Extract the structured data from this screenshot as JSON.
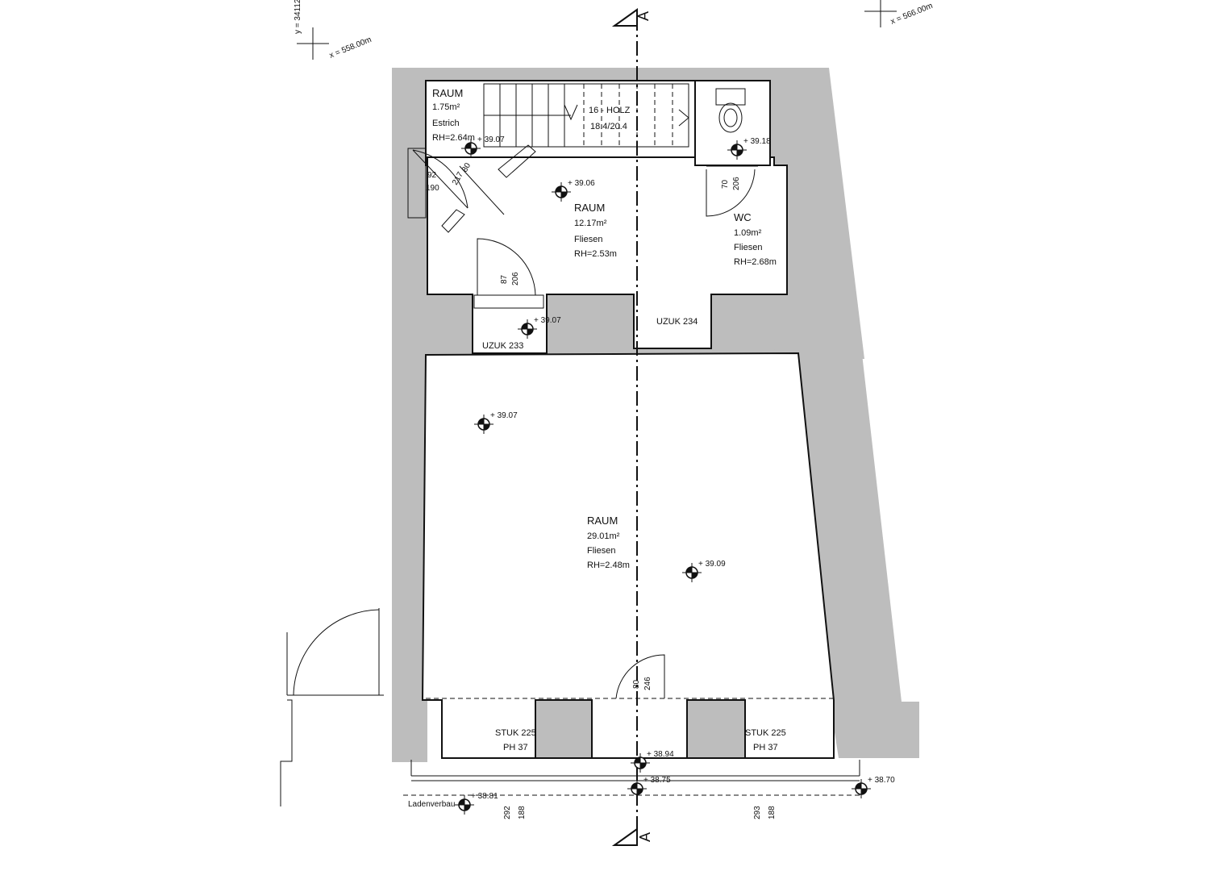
{
  "section": {
    "top": "A",
    "bottom": "A"
  },
  "coords": {
    "y_top_left": "y = 34112",
    "x_top_left": "x = 558.00m",
    "x_top_right": "x = 566.00m"
  },
  "rooms": {
    "small": {
      "name": "RAUM",
      "area": "1.75m²",
      "floor": "Estrich",
      "height": "RH=2.64m"
    },
    "middle": {
      "name": "RAUM",
      "area": "12.17m²",
      "floor": "Fliesen",
      "height": "RH=2.53m"
    },
    "wc": {
      "name": "WC",
      "area": "1.09m²",
      "floor": "Fliesen",
      "height": "RH=2.68m"
    },
    "main": {
      "name": "RAUM",
      "area": "29.01m²",
      "floor": "Fliesen",
      "height": "RH=2.48m"
    }
  },
  "stair": {
    "line1": "16 - HOLZ",
    "line2": "18.4/20.4"
  },
  "openings": {
    "uzuk233": "UZUK 233",
    "uzuk234": "UZUK 234",
    "stuk_left_1": "STUK 225",
    "stuk_left_2": "PH 37",
    "stuk_right_1": "STUK 225",
    "stuk_right_2": "PH 37",
    "ladenverbau": "Ladenverbau"
  },
  "dims": {
    "d92": "92",
    "d190": "190",
    "d217": "217",
    "d80a": "80",
    "d87": "87",
    "d206a": "206",
    "d70": "70",
    "d206b": "206",
    "d80b": "80",
    "d246": "246",
    "d292": "292",
    "d188a": "188",
    "d293": "293",
    "d188b": "188"
  },
  "levels": {
    "l1": "+ 39.07",
    "l2": "+ 39.06",
    "l3": "+ 39.18",
    "l4": "+ 39.07",
    "l5": "+ 39.07",
    "l6": "+ 39.09",
    "l7": "+ 38.94",
    "l8": "+ 38.75",
    "l9": "+ 38.81",
    "l10": "+ 38.70"
  }
}
